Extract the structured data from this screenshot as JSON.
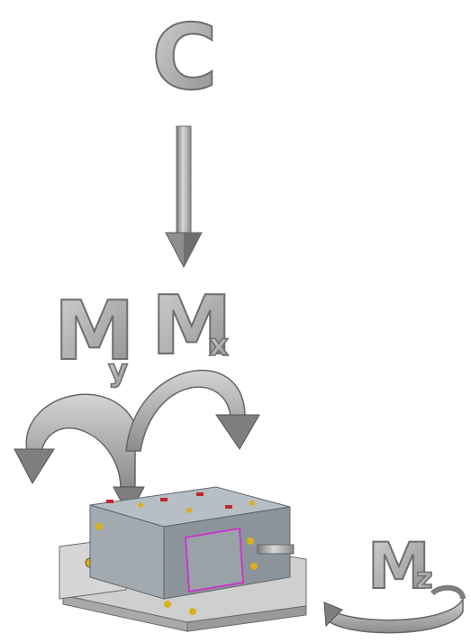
{
  "labels": {
    "force": "C",
    "moment_x_main": "M",
    "moment_x_sub": "x",
    "moment_y_main": "M",
    "moment_y_sub": "y",
    "moment_z_main": "M",
    "moment_z_sub": "z"
  },
  "colors": {
    "background": "#ffffff",
    "symbol_light": "#bdbdbd",
    "symbol_mid": "#9a9a9a",
    "symbol_dark": "#6e6e6e",
    "block_top": "#b7bec4",
    "block_side": "#8b949b",
    "base": "#cfcfcf",
    "accent_red": "#c0282d",
    "accent_yellow": "#d8b21a",
    "accent_magenta": "#c838c8"
  },
  "icons": [
    "force-arrow-icon",
    "moment-x-arrow-icon",
    "moment-y-arrow-icon",
    "moment-z-arrow-icon",
    "linear-slide-unit-icon"
  ]
}
